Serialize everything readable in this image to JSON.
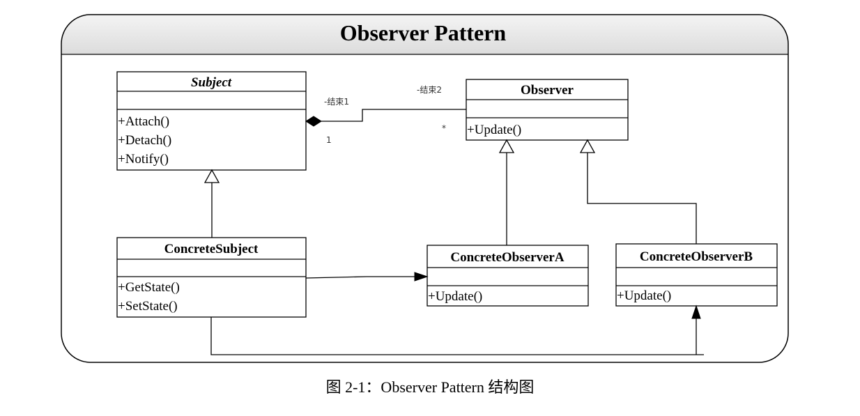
{
  "diagram": {
    "title": "Observer Pattern",
    "classes": {
      "subject": {
        "name": "Subject",
        "operations": [
          "+Attach()",
          "+Detach()",
          "+Notify()"
        ]
      },
      "observer": {
        "name": "Observer",
        "operations": [
          "+Update()"
        ]
      },
      "concrete_subject": {
        "name": "ConcreteSubject",
        "operations": [
          "+GetState()",
          "+SetState()"
        ]
      },
      "concrete_observer_a": {
        "name": "ConcreteObserverA",
        "operations": [
          "+Update()"
        ]
      },
      "concrete_observer_b": {
        "name": "ConcreteObserverB",
        "operations": [
          "+Update()"
        ]
      }
    },
    "association": {
      "end1_role": "-结束1",
      "end2_role": "-结束2",
      "end1_multiplicity": "1",
      "end2_multiplicity": "*"
    }
  },
  "caption": "图 2-1：Observer Pattern 结构图"
}
